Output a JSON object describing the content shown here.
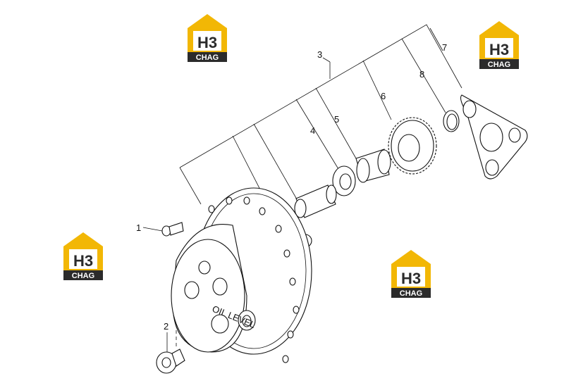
{
  "part_labels": [
    "1",
    "2",
    "3",
    "4",
    "5",
    "6",
    "7",
    "8"
  ],
  "engraved_text": "OIL LEVEL",
  "logo": {
    "mark": "H3",
    "text": "CHAG",
    "color_yellow": "#f2b705",
    "color_dark": "#2b2b2b"
  },
  "colors": {
    "line": "#111111",
    "background": "#ffffff"
  }
}
